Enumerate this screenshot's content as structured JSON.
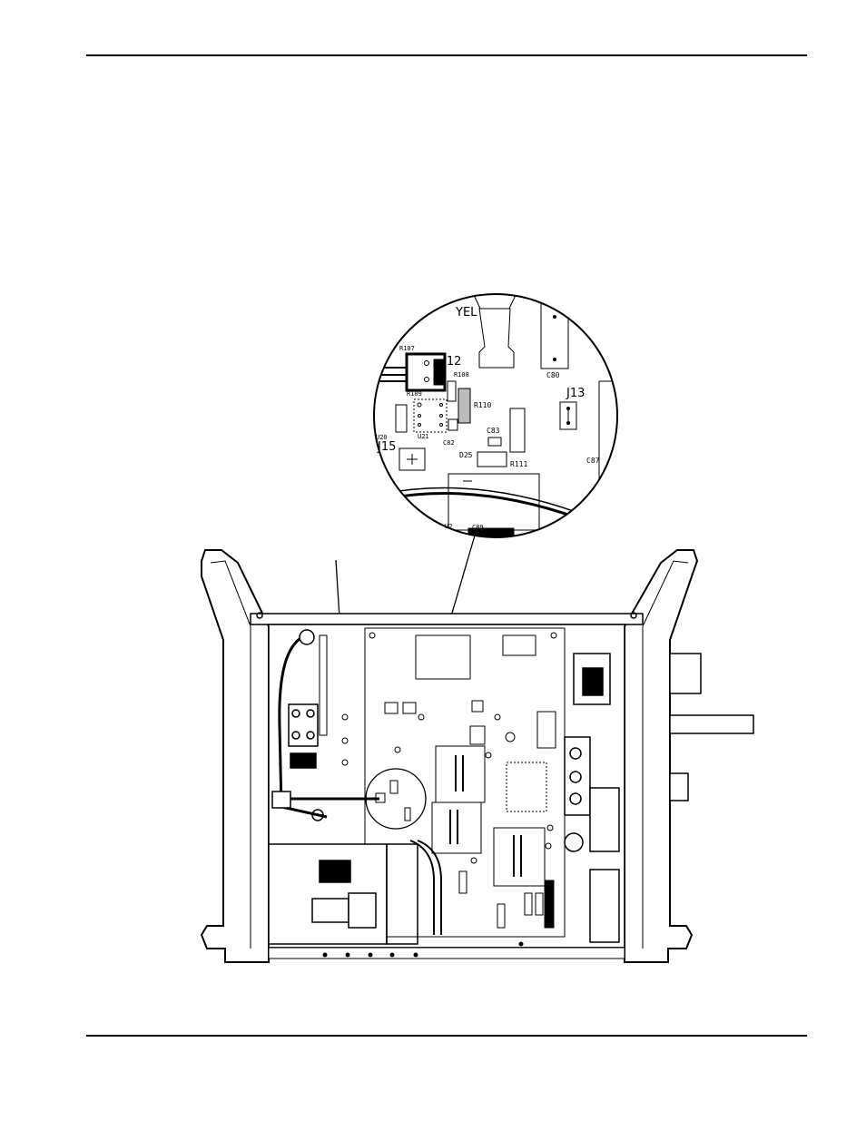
{
  "callout_labels": {
    "yel": "YEL",
    "j12": "J12",
    "j13": "J13",
    "r107": "R107",
    "r108": "R108",
    "r109": "R109",
    "r110": "R110",
    "r111": "R111",
    "c80": "C80",
    "c82": "C82",
    "c83": "C83",
    "c87": "C87",
    "c89": "C89",
    "d25": "D25",
    "u20": "U20",
    "u21": "U21",
    "j15": "J15",
    "u2": "U2"
  }
}
